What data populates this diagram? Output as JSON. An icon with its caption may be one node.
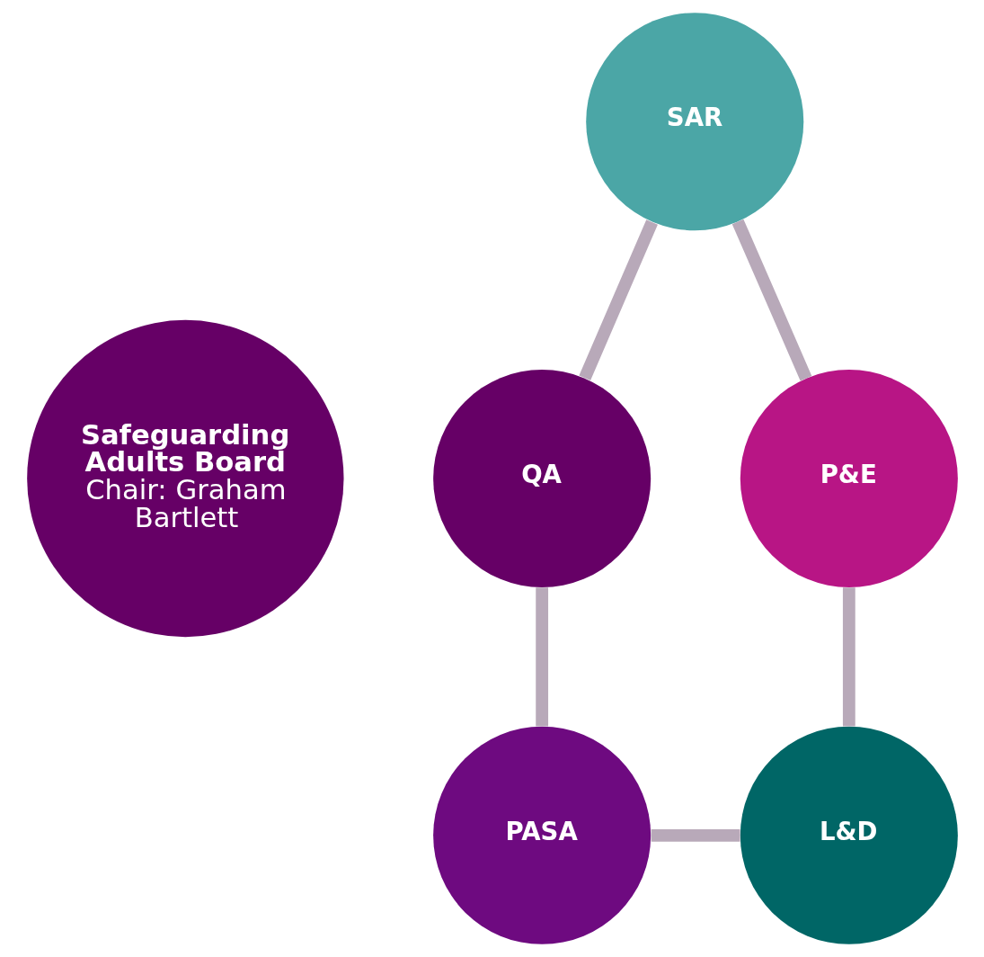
{
  "diagram": {
    "nodes": [
      {
        "text": [
          "Safeguarding Adults Board",
          "Chair: Graham Bartlett"
        ]
      },
      {
        "text": [
          "SAR"
        ]
      },
      {
        "text": [
          "QA"
        ]
      },
      {
        "text": [
          "PASA"
        ]
      },
      {
        "text": [
          "L&D"
        ]
      },
      {
        "text": [
          "P&E"
        ]
      }
    ],
    "edges": [
      {
        "from": 1,
        "to": 2,
        "arrow": "none"
      },
      {
        "from": 2,
        "to": 3,
        "arrow": "none"
      },
      {
        "from": 3,
        "to": 4,
        "arrow": "none"
      },
      {
        "from": 4,
        "to": 5,
        "arrow": "none"
      },
      {
        "from": 5,
        "to": 1,
        "arrow": "none"
      }
    ]
  }
}
